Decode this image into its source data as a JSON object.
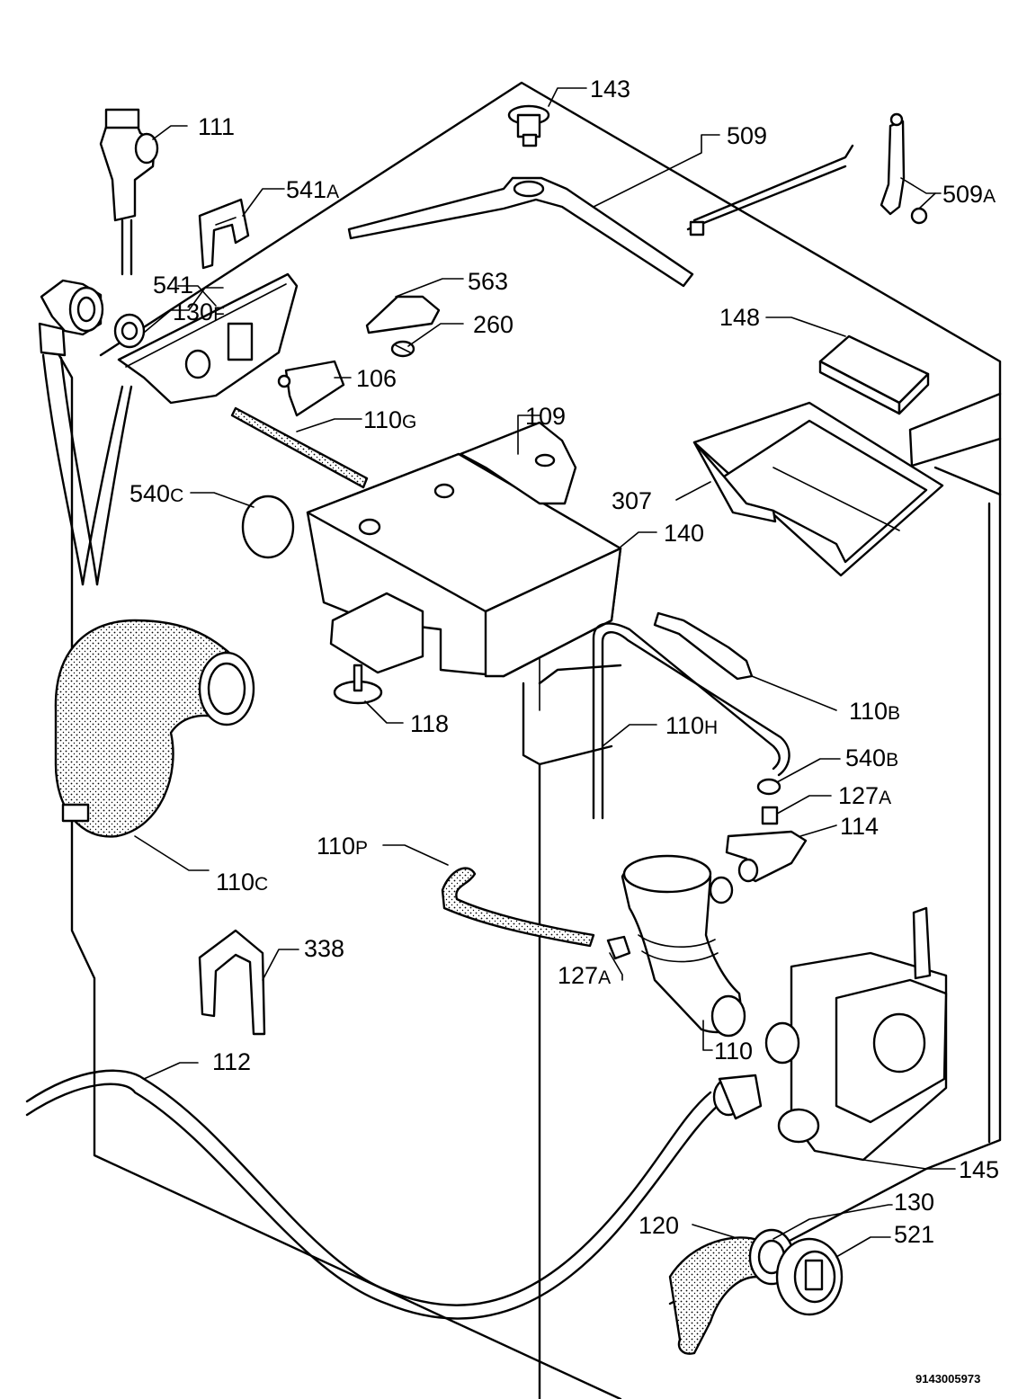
{
  "labels": {
    "p143": "143",
    "p111": "111",
    "p509": "509",
    "p541a": "541",
    "p541a_suffix": "A",
    "p509a": "509",
    "p509a_suffix": "A",
    "p541": "541",
    "p563": "563",
    "p130f": "130",
    "p130f_suffix": "F",
    "p260": "260",
    "p148": "148",
    "p106": "106",
    "p110g": "110",
    "p110g_suffix": "G",
    "p109": "109",
    "p540c": "540",
    "p540c_suffix": "C",
    "p307": "307",
    "p140": "140",
    "p118": "118",
    "p110b": "110",
    "p110b_suffix": "B",
    "p110h": "110",
    "p110h_suffix": "H",
    "p540b": "540",
    "p540b_suffix": "B",
    "p127a_top": "127",
    "p127a_top_suffix": "A",
    "p114": "114",
    "p110c": "110",
    "p110c_suffix": "C",
    "p110p": "110",
    "p110p_suffix": "P",
    "p338": "338",
    "p127a_low": "127",
    "p127a_low_suffix": "A",
    "p110": "110",
    "p112": "112",
    "p145": "145",
    "p130": "130",
    "p120": "120",
    "p521": "521"
  },
  "drawing_code": "9143005973"
}
